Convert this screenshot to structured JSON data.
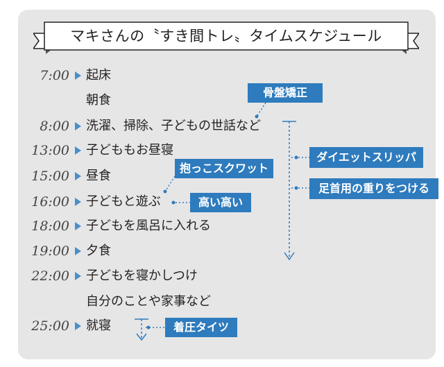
{
  "title": "マキさんの〝すき間トレ〟タイムスケジュール",
  "schedule": [
    {
      "time": "7:00",
      "activity": "起床"
    },
    {
      "time": "",
      "activity": "朝食"
    },
    {
      "time": "8:00",
      "activity": "洗濯、掃除、子どもの世話など"
    },
    {
      "time": "13:00",
      "activity": "子どももお昼寝"
    },
    {
      "time": "15:00",
      "activity": "昼食"
    },
    {
      "time": "16:00",
      "activity": "子どもと遊ぶ"
    },
    {
      "time": "18:00",
      "activity": "子どもを風呂に入れる"
    },
    {
      "time": "19:00",
      "activity": "夕食"
    },
    {
      "time": "22:00",
      "activity": "子どもを寝かしつけ"
    },
    {
      "time": "",
      "activity": "自分のことや家事など"
    },
    {
      "time": "25:00",
      "activity": "就寝"
    }
  ],
  "labels": {
    "kotsuban": "骨盤矯正",
    "diet_slipper": "ダイエットスリッパ",
    "ankle_weights": "足首用の重りをつける",
    "dakko_squat": "抱っこスクワット",
    "takai_takai": "高い高い",
    "chakuatsu_tights": "着圧タイツ"
  },
  "colors": {
    "accent": "#2e7bbd",
    "triangle": "#4a8fc8",
    "card": "#e6e6e7"
  }
}
